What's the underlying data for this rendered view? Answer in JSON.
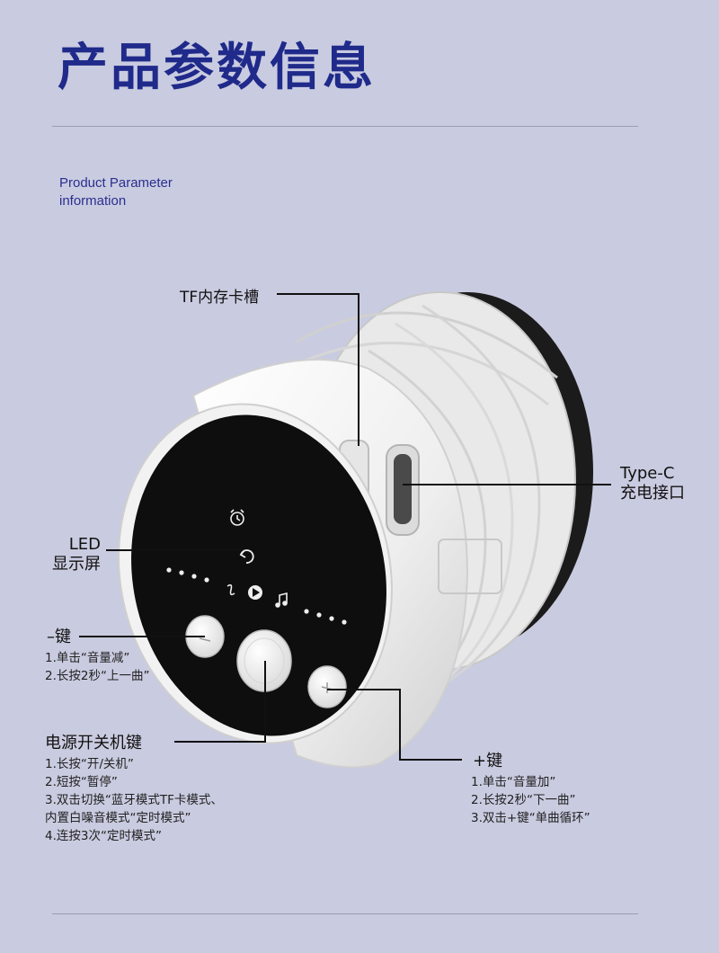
{
  "title": "产品参数信息",
  "subtitle": {
    "line1": "Product Parameter",
    "line2": "information"
  },
  "labels": {
    "tf_slot": "TF内存卡槽",
    "typec_line1": "Type-C",
    "typec_line2": "充电接口",
    "led_line1": "LED",
    "led_line2": "显示屏",
    "minus_key": "–键",
    "power_key": "电源开关机键",
    "plus_key": "+键"
  },
  "minus_desc": [
    "1.单击“音量减”",
    "2.长按2秒“上一曲”"
  ],
  "power_desc": [
    "1.长按“开/关机”",
    "2.短按“暂停”",
    "3.双击切换“蓝牙模式TF卡模式、",
    "   内置白噪音模式“定时模式”",
    "4.连按3次“定时模式”"
  ],
  "plus_desc": [
    "1.单击“音量加”",
    "2.长按2秒“下一曲”",
    "3.双击+键“单曲循环”"
  ],
  "colors": {
    "background": "#c9cbe0",
    "title": "#1f2a8a",
    "device_body": "#f4f4f4",
    "device_face": "#0e0e0e"
  },
  "icons": [
    "alarm-icon",
    "loop-icon",
    "sound-wave-icon",
    "play-icon",
    "music-note-icon",
    "minus-icon",
    "plus-icon"
  ]
}
